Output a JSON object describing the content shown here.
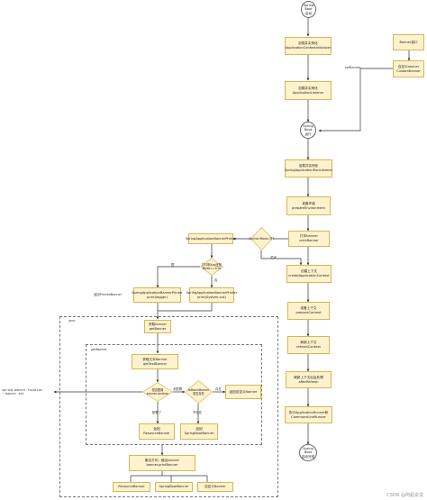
{
  "nodes": {
    "start": "Spring\nBoot\n启动",
    "ctx_init": "加载并实例化\nApplicationContextInitializer",
    "listener": "加载并实例化\nApplicationListener",
    "sb_run": "Spring\nBoot\n运行",
    "run_listener": "加载并实例化\nSpringApplicationRunListener",
    "prepare_env": "准备环境\nprepareEnvironment",
    "print_banner": "打印banner\nprintBanner",
    "create_ctx": "创建上下文\ncreateApplicationContext",
    "prepare_ctx": "准备上下文\nprepareContext",
    "refresh_ctx": "刷新上下文\nrefreshContext",
    "after_refresh": "刷新上下文后后处理\nafterRefresh",
    "exec_runner": "执行ApplicationRunner和\nCommandLineRunner",
    "end": "Spring Boot\n启动完成",
    "banner_iface": "Banner接口",
    "custom_banner": "自定义banner\nCustomBanner",
    "sab_printer": "SpringApplicationBannerPrinter",
    "printer_logger": "SpringApplicationBannerPrinter\nprint(logger)",
    "printer_out": "SpringApplicationBannerPrinter\nprint(System.out)",
    "get_banner": "获取banner\ngetBanner",
    "get_text_banner": "获取文本Banner\ngetTextBanner",
    "resource_banner_mid": "返回\nResourceBanner",
    "sb_banner_mid": "返回\nSpringBootBanner",
    "return_custom": "返回自定义Banner",
    "print_call": "集合打印，输出banner\nbanner.printBanner",
    "resource_banner": "ResourceBanner",
    "sb_banner": "SpringBootBanner",
    "custom_bottom": "自定义Banner"
  },
  "decisions": {
    "banner_mode": "Banner.Mode.OFF",
    "log_check": "打印到Log还是\nMode==LOG",
    "location_check": "是否配置\nbanner.location",
    "fallback_check": "fallbackBanner\n是否存在"
  },
  "labels": {
    "set_banner": "setBanner",
    "close": "关闭",
    "yes": "是",
    "no": "否",
    "return_printed": "返回PrintedBanner",
    "java": "java",
    "get_banner_group": "getBanner",
    "configured": "配置了",
    "not_configured": "未配置",
    "not_exist": "不存在",
    "exist": "存在",
    "location_text": "spring.banner.location\n: banner.txt"
  },
  "watermark": "CSDN @阿超说说"
}
